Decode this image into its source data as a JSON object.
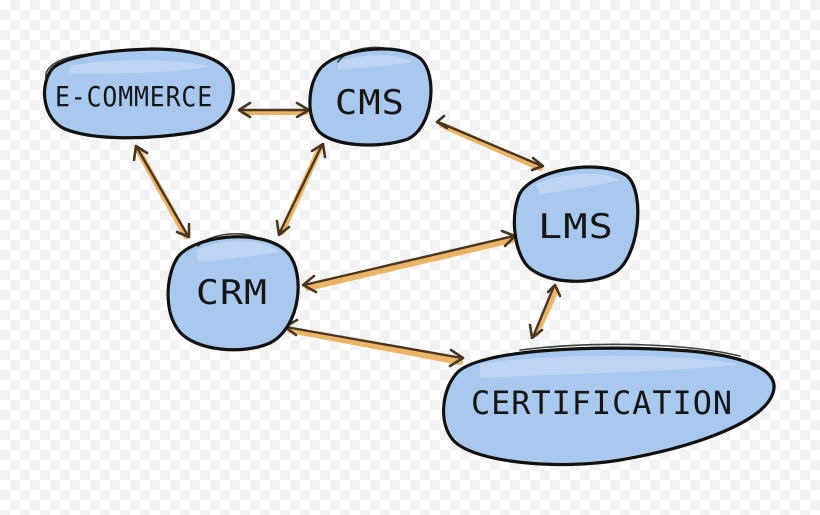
{
  "nodes": {
    "ecommerce": {
      "label": "E-COMMERCE"
    },
    "cms": {
      "label": "CMS"
    },
    "lms": {
      "label": "LMS"
    },
    "crm": {
      "label": "CRM"
    },
    "certification": {
      "label": "CERTIFICATION"
    }
  },
  "colors": {
    "node_fill": "#a8c8ee",
    "node_outline": "#111111",
    "edge_highlight": "#e9a84a",
    "edge_line": "#4a3520"
  },
  "edges": [
    {
      "from": "ecommerce",
      "to": "cms",
      "direction": "both"
    },
    {
      "from": "ecommerce",
      "to": "crm",
      "direction": "both"
    },
    {
      "from": "crm",
      "to": "cms",
      "direction": "both"
    },
    {
      "from": "cms",
      "to": "lms",
      "direction": "both"
    },
    {
      "from": "crm",
      "to": "lms",
      "direction": "both"
    },
    {
      "from": "crm",
      "to": "certification",
      "direction": "both"
    },
    {
      "from": "lms",
      "to": "certification",
      "direction": "both"
    }
  ]
}
